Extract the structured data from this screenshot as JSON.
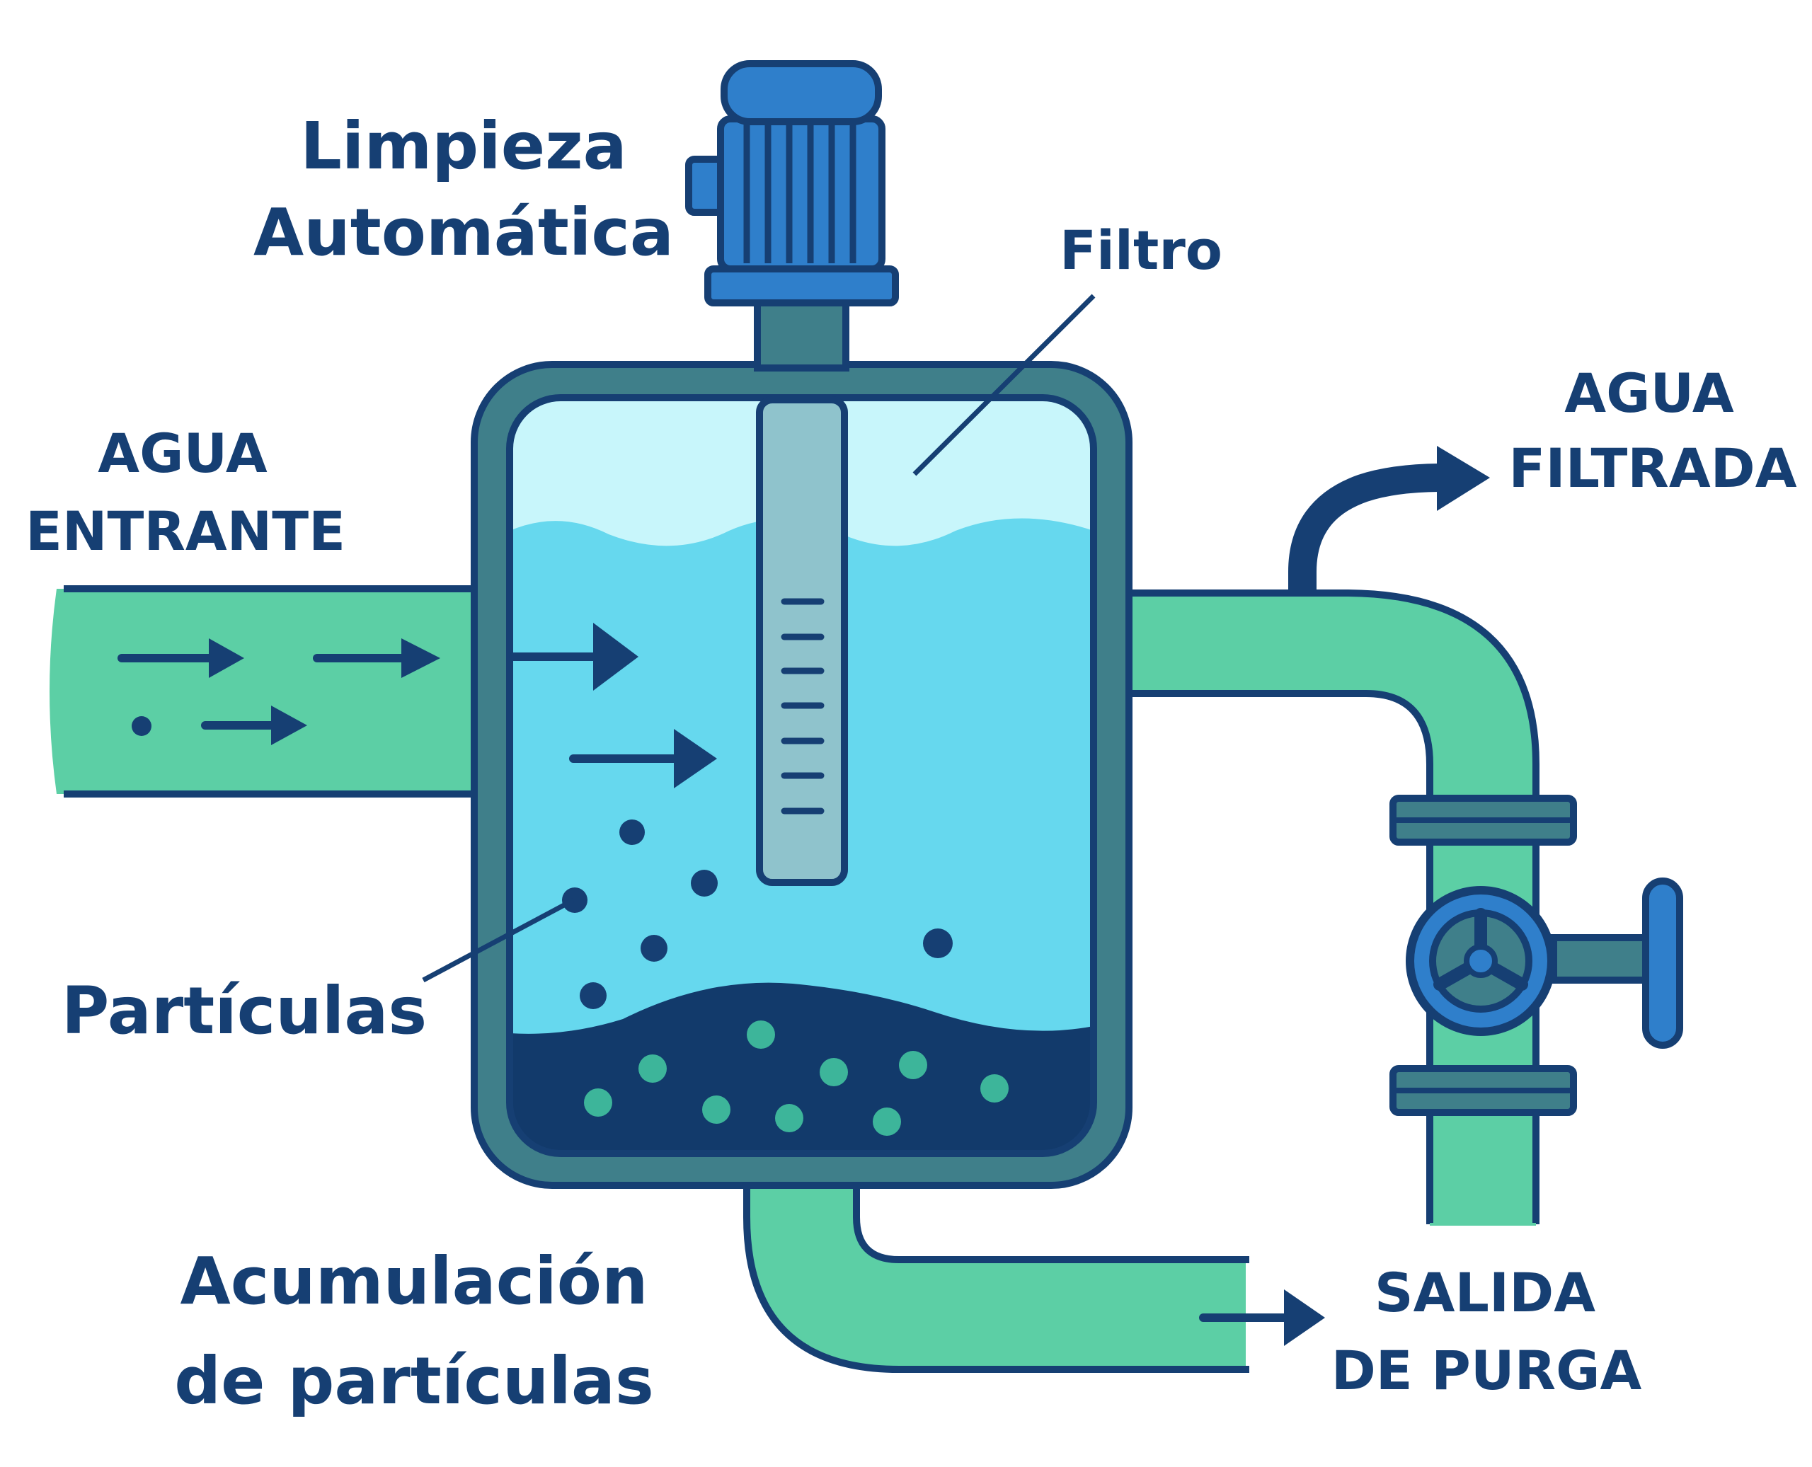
{
  "labels": {
    "limpieza_1": "Limpieza",
    "limpieza_2": "Automática",
    "filtro": "Filtro",
    "agua_entrante_1": "AGUA",
    "agua_entrante_2": "ENTRANTE",
    "agua_filtrada_1": "AGUA",
    "agua_filtrada_2": "FILTRADA",
    "particulas": "Partículas",
    "acumulacion_1": "Acumulación",
    "acumulacion_2": "de partículas",
    "salida_1": "SALIDA",
    "salida_2": "DE PURGA"
  },
  "colors": {
    "navy": "#163f73",
    "tank_frame": "#3f7f8a",
    "pipe_green": "#5ccfa5",
    "water_light": "#c8f6fb",
    "water": "#66d8ee",
    "sediment": "#123a6b",
    "sediment_dots": "#3db59a",
    "motor_blue": "#2f7fcb",
    "shaft": "#8fc3cc"
  },
  "icons": {
    "motor": "electric-motor-icon",
    "valve": "handwheel-valve-icon"
  }
}
